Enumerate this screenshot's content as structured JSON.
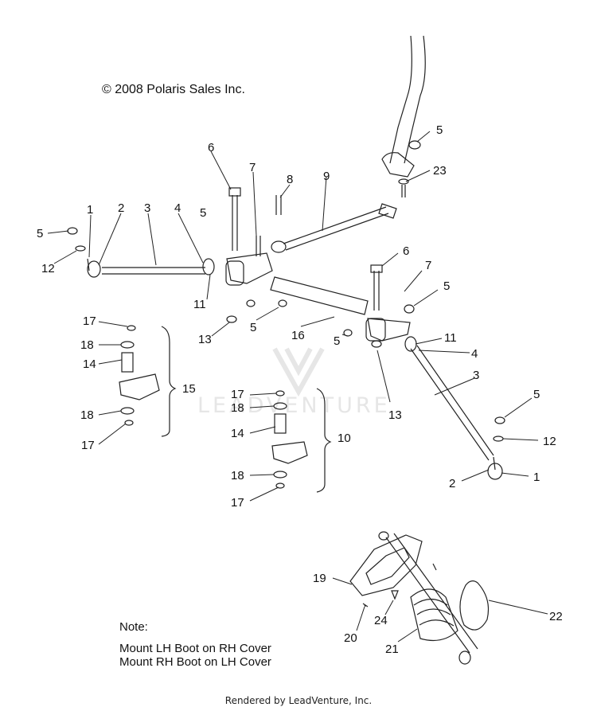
{
  "copyright": "© 2008 Polaris Sales Inc.",
  "watermark_text": "LEADVENTURE",
  "note": {
    "title": "Note:",
    "lines": [
      "Mount LH Boot on RH Cover",
      "Mount RH Boot on LH Cover"
    ]
  },
  "footer": "Rendered by LeadVenture, Inc.",
  "callouts": [
    {
      "id": "c5a",
      "label": "5"
    },
    {
      "id": "c12a",
      "label": "12"
    },
    {
      "id": "c1a",
      "label": "1"
    },
    {
      "id": "c2a",
      "label": "2"
    },
    {
      "id": "c3a",
      "label": "3"
    },
    {
      "id": "c4a",
      "label": "4"
    },
    {
      "id": "c5b",
      "label": "5"
    },
    {
      "id": "c6a",
      "label": "6"
    },
    {
      "id": "c7a",
      "label": "7"
    },
    {
      "id": "c8",
      "label": "8"
    },
    {
      "id": "c9",
      "label": "9"
    },
    {
      "id": "c5c",
      "label": "5"
    },
    {
      "id": "c23",
      "label": "23"
    },
    {
      "id": "c11a",
      "label": "11"
    },
    {
      "id": "c13a",
      "label": "13"
    },
    {
      "id": "c5d",
      "label": "5"
    },
    {
      "id": "c16",
      "label": "16"
    },
    {
      "id": "c6b",
      "label": "6"
    },
    {
      "id": "c7b",
      "label": "7"
    },
    {
      "id": "c5e",
      "label": "5"
    },
    {
      "id": "c11b",
      "label": "11"
    },
    {
      "id": "c4b",
      "label": "4"
    },
    {
      "id": "c3b",
      "label": "3"
    },
    {
      "id": "c5f",
      "label": "5"
    },
    {
      "id": "c13b",
      "label": "13"
    },
    {
      "id": "c17a",
      "label": "17"
    },
    {
      "id": "c18a",
      "label": "18"
    },
    {
      "id": "c14a",
      "label": "14"
    },
    {
      "id": "c15",
      "label": "15"
    },
    {
      "id": "c18b",
      "label": "18"
    },
    {
      "id": "c17b",
      "label": "17"
    },
    {
      "id": "c17c",
      "label": "17"
    },
    {
      "id": "c18c",
      "label": "18"
    },
    {
      "id": "c14b",
      "label": "14"
    },
    {
      "id": "c10",
      "label": "10"
    },
    {
      "id": "c18d",
      "label": "18"
    },
    {
      "id": "c17d",
      "label": "17"
    },
    {
      "id": "c5g",
      "label": "5"
    },
    {
      "id": "c12b",
      "label": "12"
    },
    {
      "id": "c1b",
      "label": "1"
    },
    {
      "id": "c2b",
      "label": "2"
    },
    {
      "id": "c19",
      "label": "19"
    },
    {
      "id": "c24",
      "label": "24"
    },
    {
      "id": "c20",
      "label": "20"
    },
    {
      "id": "c21",
      "label": "21"
    },
    {
      "id": "c22",
      "label": "22"
    }
  ]
}
